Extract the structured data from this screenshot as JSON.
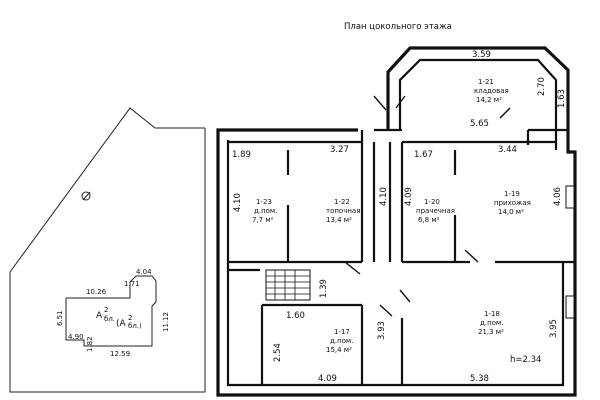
{
  "title": "План цокольного этажа",
  "rooms": [
    {
      "id": "1-21",
      "name": "кладовая",
      "area": "14,2 м²"
    },
    {
      "id": "1-22",
      "name": "топочная",
      "area": "13,4 м²"
    },
    {
      "id": "1-23",
      "name": "д.пом.",
      "area": "7,7 м²"
    },
    {
      "id": "1-20",
      "name": "прачечная",
      "area": "6,8 м²"
    },
    {
      "id": "1-19",
      "name": "прихожая",
      "area": "14,0 м²"
    },
    {
      "id": "1-17",
      "name": "д.пом.",
      "area": "15,4 м²"
    },
    {
      "id": "1-18",
      "name": "д.пом.",
      "area": "21,3 м²"
    }
  ],
  "dimensions": {
    "d359": "3.59",
    "d270": "2.70",
    "d163": "1.63",
    "d565": "5.65",
    "d189": "1.89",
    "d327": "3.27",
    "d167": "1.67",
    "d344": "3.44",
    "d410a": "4.10",
    "d410b": "4.10",
    "d409": "4.09",
    "d406": "4.06",
    "d139": "1.39",
    "d160": "1.60",
    "d254": "2.54",
    "d393": "3.93",
    "d395": "3.95",
    "d409b": "4.09",
    "d538": "5.38"
  },
  "height_mark": "h=2.34",
  "site": {
    "label_a": "А",
    "label_a_num": "2",
    "label_a_sub": "бл.",
    "label_b": "(А",
    "label_b_num": "2",
    "label_b_sub": "бл.)",
    "d1026": "10.26",
    "d404": "4.04",
    "d171": "1.71",
    "d651": "6.51",
    "d1112": "11.12",
    "d490": "4.90",
    "d182": "1.82",
    "d1259": "12.59"
  }
}
